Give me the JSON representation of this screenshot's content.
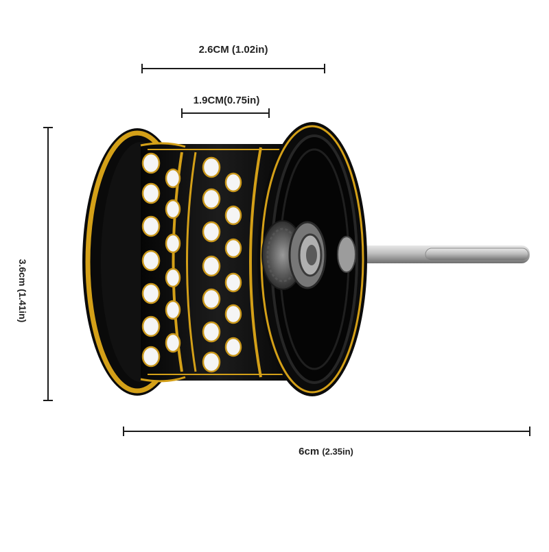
{
  "dimensions": {
    "top_outer": {
      "value": "2.6CM",
      "imperial": "(1.02in)"
    },
    "top_inner": {
      "value": "1.9CM",
      "imperial": "(0.75in)"
    },
    "height": {
      "value": "3.6cm",
      "imperial": "(1.41in)"
    },
    "length": {
      "value": "6cm",
      "imperial": "(2.35in)"
    }
  },
  "colors": {
    "spool_body": "#0d0d0d",
    "gold_trim": "#d4a018",
    "shaft": "#b9b9b9",
    "dimension_line": "#1a1a1a"
  },
  "icons": {
    "product": "baitcasting-reel-spool"
  }
}
